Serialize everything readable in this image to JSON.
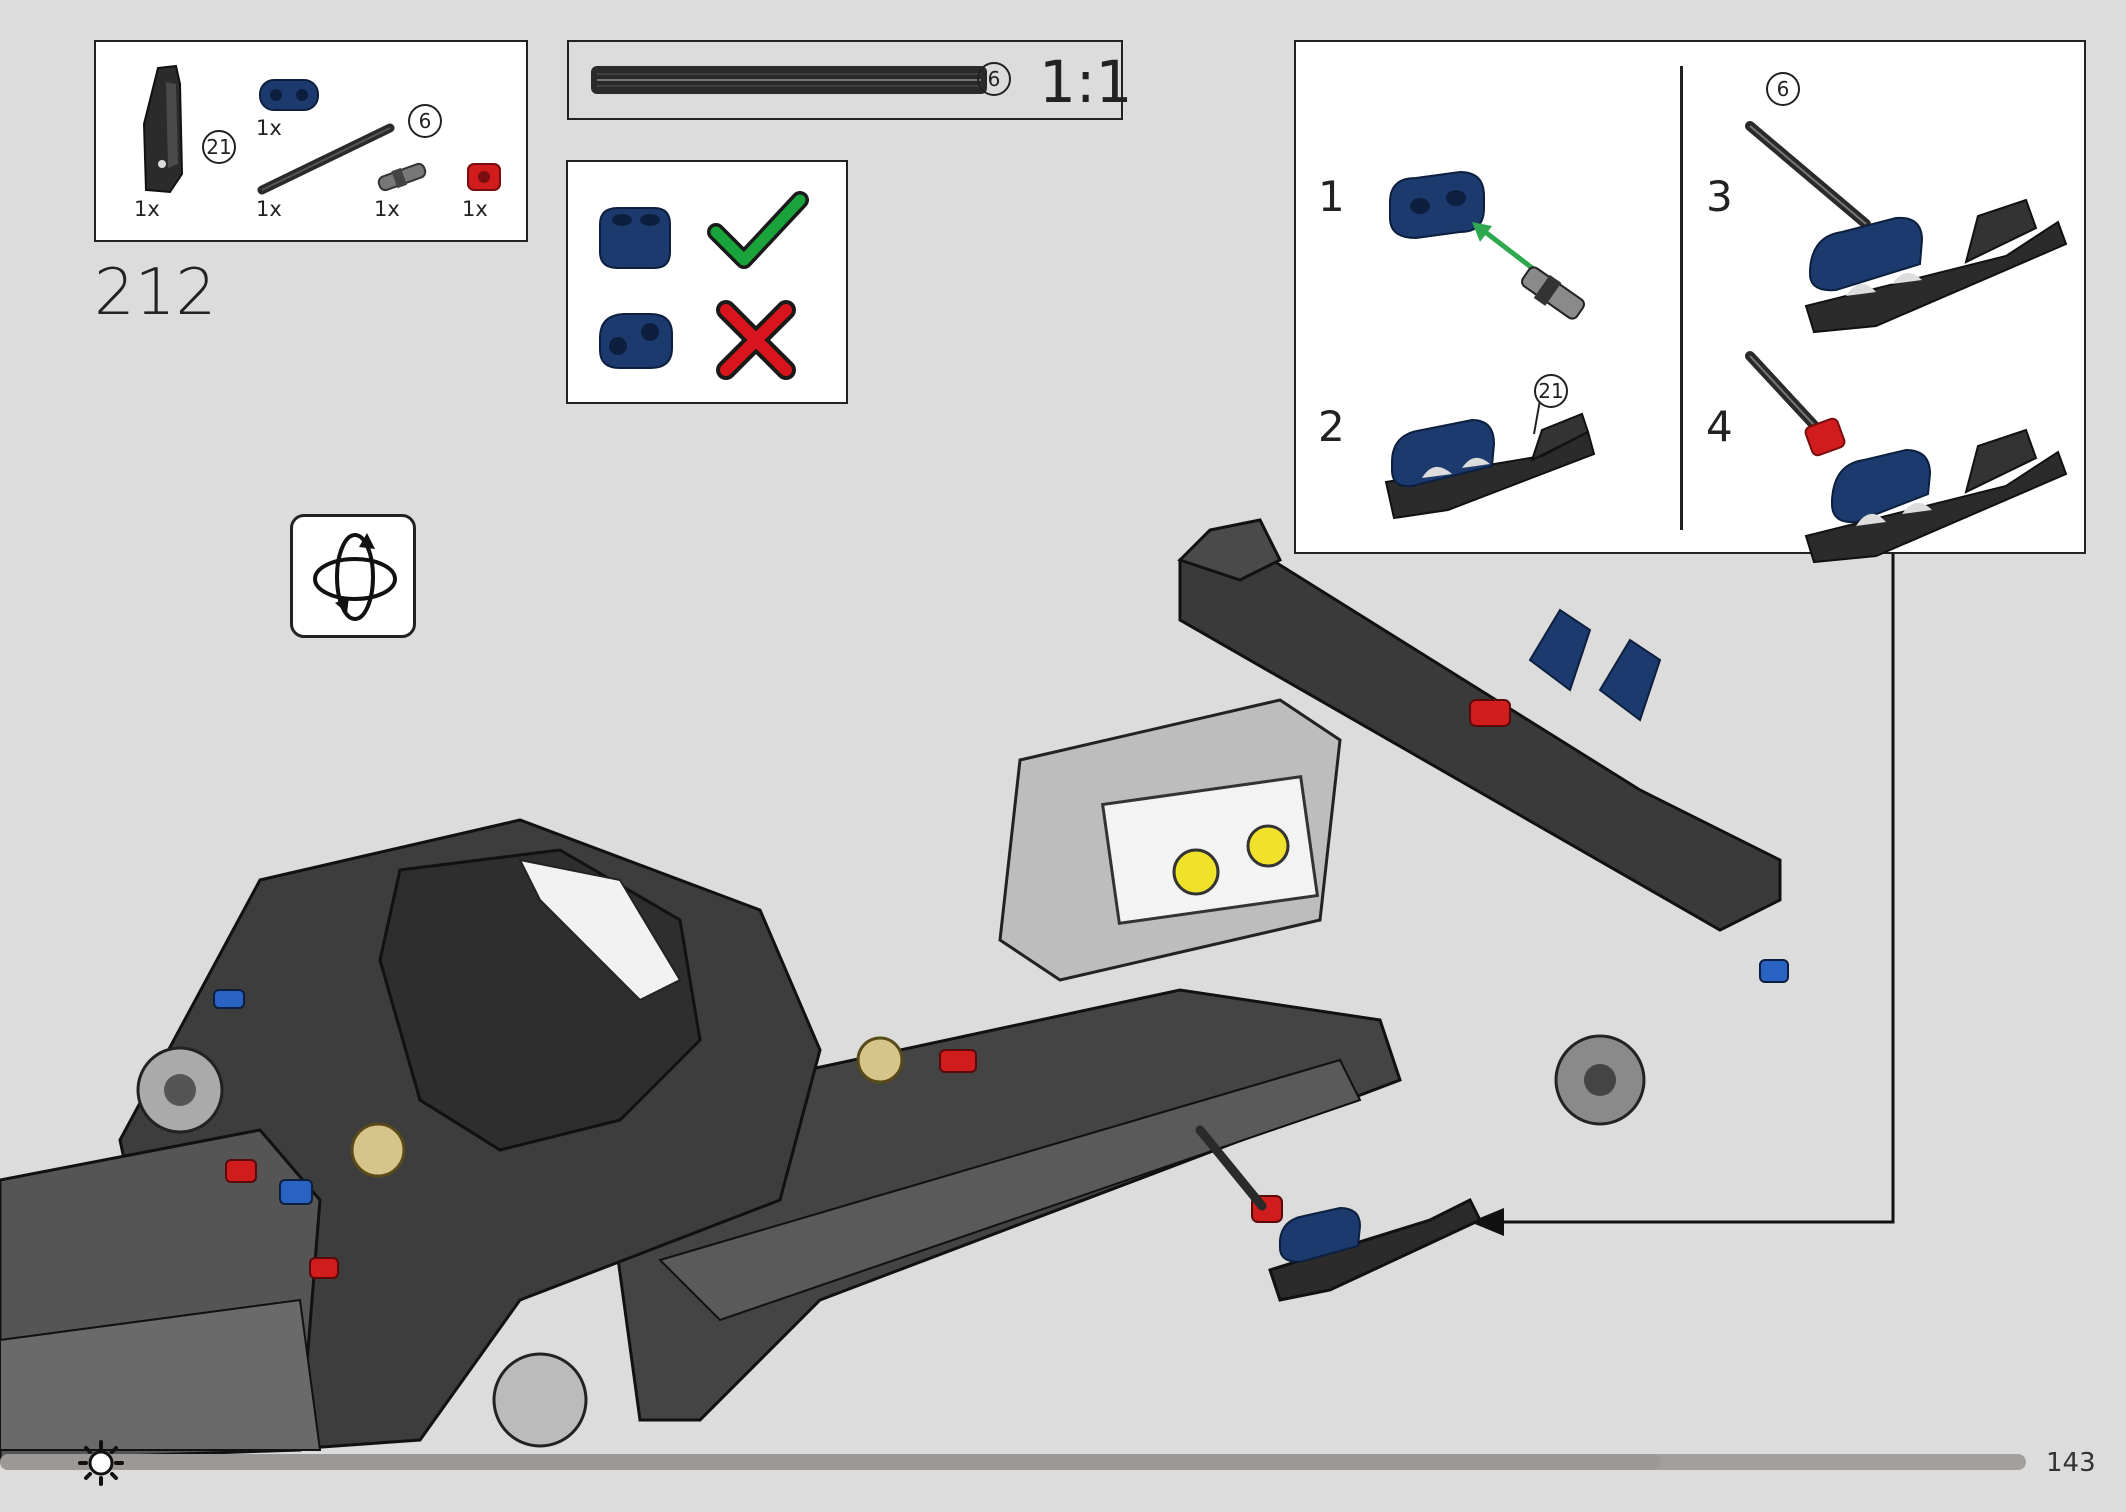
{
  "step": {
    "number": "212"
  },
  "parts_list": {
    "items": [
      {
        "name": "black-panel-part",
        "count": "1x",
        "callout": "21"
      },
      {
        "name": "blue-connector-part",
        "count": "1x",
        "callout": ""
      },
      {
        "name": "black-axle-part",
        "count": "1x",
        "callout": "6"
      },
      {
        "name": "grey-pin-part",
        "count": "1x",
        "callout": ""
      },
      {
        "name": "red-bush-part",
        "count": "1x",
        "callout": ""
      }
    ]
  },
  "scale_ruler": {
    "callout": "6",
    "ratio": "1:1"
  },
  "orientation_check": {
    "correct_icon": "check-mark-icon",
    "wrong_icon": "cross-mark-icon",
    "correct_color": "#1aa33a",
    "wrong_color": "#d8141c"
  },
  "substeps": {
    "items": [
      {
        "label": "1",
        "callout": ""
      },
      {
        "label": "2",
        "callout": "21"
      },
      {
        "label": "3",
        "callout": "6"
      },
      {
        "label": "4",
        "callout": ""
      }
    ]
  },
  "rotate_icon": "rotate-model-icon",
  "footer": {
    "page_number": "143",
    "progress": 0.82
  }
}
